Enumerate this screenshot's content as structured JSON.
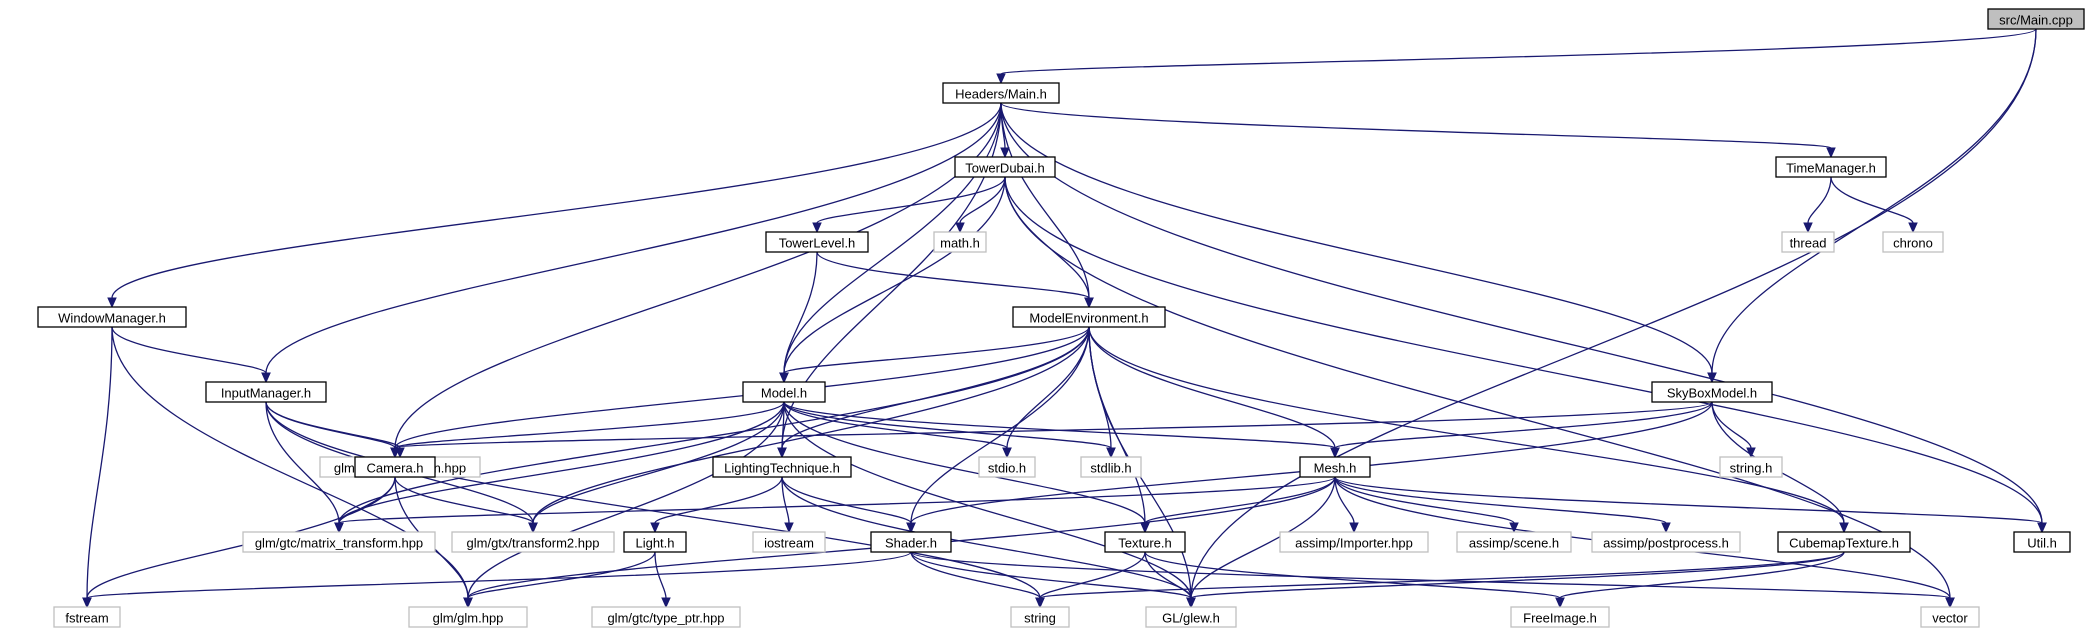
{
  "graph": {
    "nodes": [
      {
        "id": "main_cpp",
        "label": "src/Main.cpp",
        "kind": "root"
      },
      {
        "id": "main_h",
        "label": "Headers/Main.h",
        "kind": "local"
      },
      {
        "id": "towerdubai",
        "label": "TowerDubai.h",
        "kind": "local"
      },
      {
        "id": "timemanager",
        "label": "TimeManager.h",
        "kind": "local"
      },
      {
        "id": "math",
        "label": "math.h",
        "kind": "system"
      },
      {
        "id": "thread",
        "label": "thread",
        "kind": "system"
      },
      {
        "id": "chrono",
        "label": "chrono",
        "kind": "system"
      },
      {
        "id": "towerlevel",
        "label": "TowerLevel.h",
        "kind": "local"
      },
      {
        "id": "windowmanager",
        "label": "WindowManager.h",
        "kind": "local"
      },
      {
        "id": "modelenvironment",
        "label": "ModelEnvironment.h",
        "kind": "local"
      },
      {
        "id": "inputmanager",
        "label": "InputManager.h",
        "kind": "local"
      },
      {
        "id": "model",
        "label": "Model.h",
        "kind": "local"
      },
      {
        "id": "skybox",
        "label": "SkyBoxModel.h",
        "kind": "local"
      },
      {
        "id": "quaternion",
        "label": "glm/gtx/quaternion.hpp",
        "kind": "system"
      },
      {
        "id": "camera",
        "label": "Camera.h",
        "kind": "local"
      },
      {
        "id": "lighting",
        "label": "LightingTechnique.h",
        "kind": "local"
      },
      {
        "id": "stdio",
        "label": "stdio.h",
        "kind": "system"
      },
      {
        "id": "stdlib",
        "label": "stdlib.h",
        "kind": "system"
      },
      {
        "id": "mesh",
        "label": "Mesh.h",
        "kind": "local"
      },
      {
        "id": "string_h",
        "label": "string.h",
        "kind": "system"
      },
      {
        "id": "matrix_transform",
        "label": "glm/gtc/matrix_transform.hpp",
        "kind": "system"
      },
      {
        "id": "transform2",
        "label": "glm/gtx/transform2.hpp",
        "kind": "system"
      },
      {
        "id": "light",
        "label": "Light.h",
        "kind": "local"
      },
      {
        "id": "iostream",
        "label": "iostream",
        "kind": "system"
      },
      {
        "id": "shader",
        "label": "Shader.h",
        "kind": "local"
      },
      {
        "id": "texture",
        "label": "Texture.h",
        "kind": "local"
      },
      {
        "id": "importer",
        "label": "assimp/Importer.hpp",
        "kind": "system"
      },
      {
        "id": "scene",
        "label": "assimp/scene.h",
        "kind": "system"
      },
      {
        "id": "postprocess",
        "label": "assimp/postprocess.h",
        "kind": "system"
      },
      {
        "id": "cubemap",
        "label": "CubemapTexture.h",
        "kind": "local"
      },
      {
        "id": "util",
        "label": "Util.h",
        "kind": "local"
      },
      {
        "id": "fstream",
        "label": "fstream",
        "kind": "system"
      },
      {
        "id": "glm",
        "label": "glm/glm.hpp",
        "kind": "system"
      },
      {
        "id": "type_ptr",
        "label": "glm/gtc/type_ptr.hpp",
        "kind": "system"
      },
      {
        "id": "string",
        "label": "string",
        "kind": "system"
      },
      {
        "id": "glew",
        "label": "GL/glew.h",
        "kind": "system"
      },
      {
        "id": "freeimage",
        "label": "FreeImage.h",
        "kind": "system"
      },
      {
        "id": "vector",
        "label": "vector",
        "kind": "system"
      }
    ],
    "edges": [
      [
        "main_cpp",
        "main_h"
      ],
      [
        "main_cpp",
        "skybox"
      ],
      [
        "main_cpp",
        "glew"
      ],
      [
        "main_h",
        "towerdubai"
      ],
      [
        "main_h",
        "timemanager"
      ],
      [
        "main_h",
        "windowmanager"
      ],
      [
        "main_h",
        "inputmanager"
      ],
      [
        "main_h",
        "camera"
      ],
      [
        "main_h",
        "lighting"
      ],
      [
        "main_h",
        "model"
      ],
      [
        "main_h",
        "modelenvironment"
      ],
      [
        "main_h",
        "skybox"
      ],
      [
        "main_h",
        "util"
      ],
      [
        "towerdubai",
        "towerlevel"
      ],
      [
        "towerdubai",
        "math"
      ],
      [
        "towerdubai",
        "model"
      ],
      [
        "towerdubai",
        "modelenvironment"
      ],
      [
        "towerdubai",
        "util"
      ],
      [
        "towerdubai",
        "vector"
      ],
      [
        "timemanager",
        "thread"
      ],
      [
        "timemanager",
        "chrono"
      ],
      [
        "towerlevel",
        "model"
      ],
      [
        "towerlevel",
        "modelenvironment"
      ],
      [
        "windowmanager",
        "inputmanager"
      ],
      [
        "windowmanager",
        "fstream"
      ],
      [
        "windowmanager",
        "glm"
      ],
      [
        "modelenvironment",
        "camera"
      ],
      [
        "modelenvironment",
        "model"
      ],
      [
        "modelenvironment",
        "lighting"
      ],
      [
        "modelenvironment",
        "stdio"
      ],
      [
        "modelenvironment",
        "stdlib"
      ],
      [
        "modelenvironment",
        "mesh"
      ],
      [
        "modelenvironment",
        "texture"
      ],
      [
        "modelenvironment",
        "matrix_transform"
      ],
      [
        "modelenvironment",
        "transform2"
      ],
      [
        "modelenvironment",
        "shader"
      ],
      [
        "modelenvironment",
        "cubemap"
      ],
      [
        "modelenvironment",
        "glew"
      ],
      [
        "inputmanager",
        "quaternion"
      ],
      [
        "inputmanager",
        "camera"
      ],
      [
        "inputmanager",
        "matrix_transform"
      ],
      [
        "inputmanager",
        "transform2"
      ],
      [
        "inputmanager",
        "string"
      ],
      [
        "model",
        "camera"
      ],
      [
        "model",
        "lighting"
      ],
      [
        "model",
        "stdio"
      ],
      [
        "model",
        "stdlib"
      ],
      [
        "model",
        "mesh"
      ],
      [
        "model",
        "texture"
      ],
      [
        "model",
        "matrix_transform"
      ],
      [
        "model",
        "transform2"
      ],
      [
        "model",
        "glm"
      ],
      [
        "model",
        "glew"
      ],
      [
        "skybox",
        "camera"
      ],
      [
        "skybox",
        "mesh"
      ],
      [
        "skybox",
        "string_h"
      ],
      [
        "skybox",
        "cubemap"
      ],
      [
        "skybox",
        "shader"
      ],
      [
        "camera",
        "matrix_transform"
      ],
      [
        "camera",
        "transform2"
      ],
      [
        "camera",
        "glm"
      ],
      [
        "camera",
        "fstream"
      ],
      [
        "lighting",
        "light"
      ],
      [
        "lighting",
        "iostream"
      ],
      [
        "lighting",
        "shader"
      ],
      [
        "lighting",
        "glew"
      ],
      [
        "mesh",
        "matrix_transform"
      ],
      [
        "mesh",
        "importer"
      ],
      [
        "mesh",
        "scene"
      ],
      [
        "mesh",
        "postprocess"
      ],
      [
        "mesh",
        "texture"
      ],
      [
        "mesh",
        "glew"
      ],
      [
        "mesh",
        "util"
      ],
      [
        "mesh",
        "vector"
      ],
      [
        "mesh",
        "glm"
      ],
      [
        "light",
        "glm"
      ],
      [
        "light",
        "type_ptr"
      ],
      [
        "shader",
        "string"
      ],
      [
        "shader",
        "glew"
      ],
      [
        "shader",
        "vector"
      ],
      [
        "shader",
        "fstream"
      ],
      [
        "texture",
        "string"
      ],
      [
        "texture",
        "glew"
      ],
      [
        "texture",
        "freeimage"
      ],
      [
        "cubemap",
        "string"
      ],
      [
        "cubemap",
        "glew"
      ],
      [
        "cubemap",
        "freeimage"
      ]
    ]
  }
}
